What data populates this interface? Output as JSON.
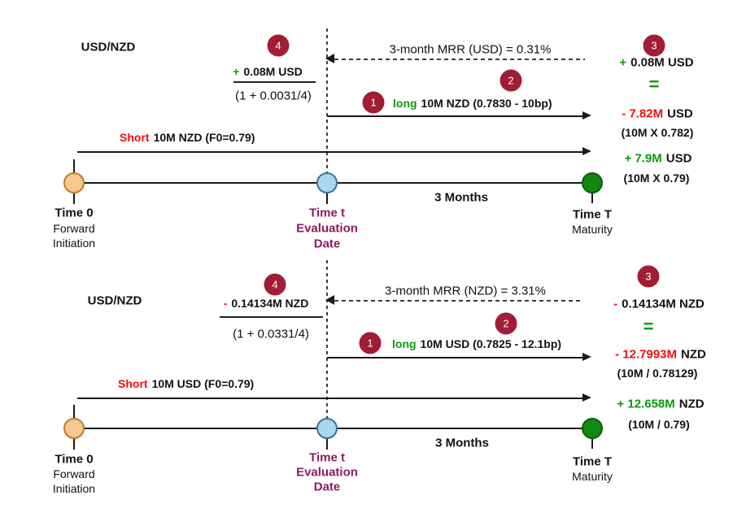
{
  "colors": {
    "badge_red": "#A11D33",
    "positive_green": "#0B9B0B",
    "negative_red": "#F20D0D",
    "evaluation_purple": "#8D1A63",
    "dot_orange": "#F6C78E",
    "dot_blue": "#ABD7EE",
    "dot_green": "#128812"
  },
  "top": {
    "pair": "USD/NZD",
    "badges": {
      "b1": "1",
      "b2": "2",
      "b3": "3",
      "b4": "4"
    },
    "discount": {
      "sign": "+",
      "amount": "0.08M USD",
      "denominator": "(1 + 0.0031/4)"
    },
    "mrr": "3-month MRR (USD) = 0.31%",
    "long_leg": {
      "word": "long",
      "detail": "10M NZD (0.7830 - 10bp)"
    },
    "short_leg": {
      "word": "Short",
      "detail": "10M NZD (F0=0.79)"
    },
    "duration": "3 Months",
    "time0": {
      "name": "Time 0",
      "desc1": "Forward",
      "desc2": "Initiation"
    },
    "timet": {
      "name": "Time t",
      "desc1": "Evaluation",
      "desc2": "Date"
    },
    "timeT": {
      "name": "Time T",
      "desc1": "Maturity"
    },
    "result": {
      "pv_sign": "+",
      "pv_amount": "0.08M USD",
      "equals": "=",
      "pay_amount": "- 7.82M",
      "pay_unit": "USD",
      "pay_calc": "(10M X 0.782)",
      "recv_amount": "+ 7.9M",
      "recv_unit": "USD",
      "recv_calc": "(10M X 0.79)"
    }
  },
  "bottom": {
    "pair": "USD/NZD",
    "badges": {
      "b1": "1",
      "b2": "2",
      "b3": "3",
      "b4": "4"
    },
    "discount": {
      "sign": "-",
      "amount": "0.14134M NZD",
      "denominator": "(1 + 0.0331/4)"
    },
    "mrr": "3-month MRR (NZD) = 3.31%",
    "long_leg": {
      "word": "long",
      "detail": "10M USD (0.7825 - 12.1bp)"
    },
    "short_leg": {
      "word": "Short",
      "detail": "10M USD (F0=0.79)"
    },
    "duration": "3 Months",
    "time0": {
      "name": "Time 0",
      "desc1": "Forward",
      "desc2": "Initiation"
    },
    "timet": {
      "name": "Time t",
      "desc1": "Evaluation",
      "desc2": "Date"
    },
    "timeT": {
      "name": "Time T",
      "desc1": "Maturity"
    },
    "result": {
      "pv_sign": "-",
      "pv_amount": "0.14134M NZD",
      "equals": "=",
      "pay_amount": "- 12.7993M",
      "pay_unit": "NZD",
      "pay_calc": "(10M / 0.78129)",
      "recv_amount": "+ 12.658M",
      "recv_unit": "NZD",
      "recv_calc": "(10M / 0.79)"
    }
  }
}
